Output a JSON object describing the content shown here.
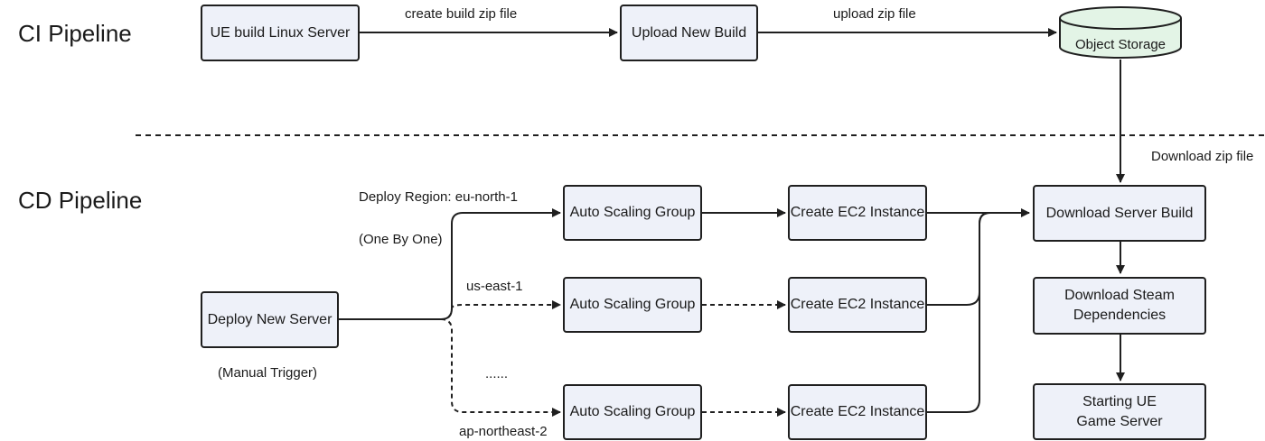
{
  "sections": {
    "ci_title": "CI Pipeline",
    "cd_title": "CD Pipeline"
  },
  "ci": {
    "ue_build": "UE build Linux Server",
    "upload_build": "Upload New Build",
    "object_storage": "Object Storage",
    "edge_create_zip": "create build zip file",
    "edge_upload_zip": "upload zip file",
    "edge_download_zip": "Download zip file"
  },
  "cd": {
    "deploy_server": "Deploy New Server",
    "manual_trigger": "(Manual Trigger)",
    "region_label_1": "Deploy Region: eu-north-1",
    "one_by_one": "(One By One)",
    "region_label_2": "us-east-1",
    "ellipsis": "......",
    "region_label_3": "ap-northeast-2",
    "asg_1": "Auto Scaling Group",
    "asg_2": "Auto Scaling Group",
    "asg_3": "Auto Scaling Group",
    "ec2_1": "Create EC2 Instance",
    "ec2_2": "Create EC2 Instance",
    "ec2_3": "Create EC2 Instance",
    "download_build": "Download Server Build",
    "download_steam": "Download Steam\nDependencies",
    "start_server": "Starting UE\nGame Server"
  },
  "colors": {
    "node_fill": "#eef1f9",
    "storage_fill": "#e3f4e6",
    "stroke": "#1f1f1f"
  }
}
